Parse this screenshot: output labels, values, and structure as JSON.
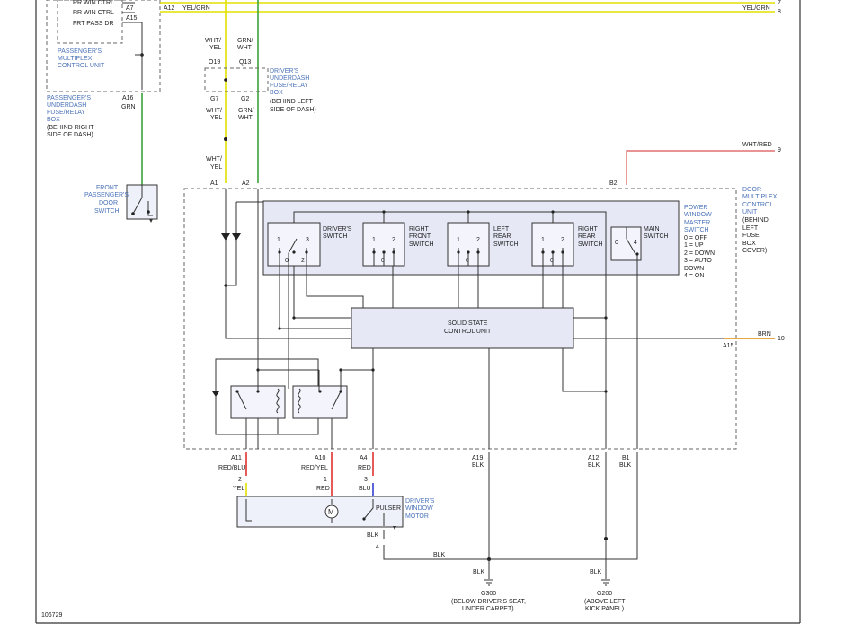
{
  "diagram": {
    "id_code": "106729",
    "top_labels": {
      "rr_win_ctrl_1": "RR WIN CTRL",
      "rr_win_ctrl_2": "RR WIN CTRL",
      "frt_pass_dr": "FRT PASS DR",
      "a7": "A7",
      "a15_top": "A15",
      "a12_top": "A12",
      "yel_grn_left": "YEL/GRN",
      "yel_grn_right": "YEL/GRN",
      "ref_7": "7",
      "ref_8": "8"
    },
    "passenger_mcu": {
      "line1": "PASSENGER'S",
      "line2": "MULTIPLEX",
      "line3": "CONTROL UNIT"
    },
    "passenger_fuse_box": {
      "line1": "PASSENGER'S",
      "line2": "UNDERDASH",
      "line3": "FUSE/RELAY",
      "line4": "BOX",
      "note1": "(BEHIND RIGHT",
      "note2": "SIDE OF DASH)",
      "pin": "A16",
      "wire": "GRN"
    },
    "front_pass_switch": {
      "line1": "FRONT",
      "line2": "PASSENGER'S",
      "line3": "DOOR",
      "line4": "SWITCH"
    },
    "driver_fuse_box": {
      "wire_left_a": "WHT/",
      "wire_left_b": "YEL",
      "wire_right_a": "GRN/",
      "wire_right_b": "WHT",
      "pin_o19": "O19",
      "pin_q13": "Q13",
      "pin_g7": "G7",
      "pin_g2": "G2",
      "line1": "DRIVER'S",
      "line2": "UNDERDASH",
      "line3": "FUSE/RELAY",
      "line4": "BOX",
      "note1": "(BEHIND LEFT",
      "note2": "SIDE OF DASH)",
      "wire_left2_a": "WHT/",
      "wire_left2_b": "YEL",
      "wire_right2_a": "GRN/",
      "wire_right2_b": "WHT",
      "wire_left3_a": "WHT/",
      "wire_left3_b": "YEL"
    },
    "dmcu": {
      "pin_a1": "A1",
      "pin_a2": "A2",
      "pin_b2": "B2",
      "wht_red": "WHT/RED",
      "ref_9": "9",
      "line1": "DOOR",
      "line2": "MULTIPLEX",
      "line3": "CONTROL",
      "line4": "UNIT",
      "note1": "(BEHIND",
      "note2": "LEFT",
      "note3": "FUSE",
      "note4": "BOX",
      "note5": "COVER)",
      "pin_a15": "A15",
      "brn": "BRN",
      "ref_10": "10"
    },
    "master_switch": {
      "line1": "POWER",
      "line2": "WINDOW",
      "line3": "MASTER",
      "line4": "SWITCH",
      "off": "0 = OFF",
      "up": "1 = UP",
      "down": "2 = DOWN",
      "auto1": "3 = AUTO",
      "auto2": "DOWN",
      "on": "4 = ON"
    },
    "switches": {
      "drv1": "DRIVER'S",
      "drv2": "SWITCH",
      "rf1": "RIGHT",
      "rf2": "FRONT",
      "rf3": "SWITCH",
      "lr1": "LEFT",
      "lr2": "REAR",
      "lr3": "SWITCH",
      "rr1": "RIGHT",
      "rr2": "REAR",
      "rr3": "SWITCH",
      "main1": "MAIN",
      "main2": "SWITCH",
      "n1": "1",
      "n2": "2",
      "n3": "3",
      "n0": "0",
      "n4": "4"
    },
    "ssu": {
      "line1": "SOLID STATE",
      "line2": "CONTROL UNIT"
    },
    "bottom_pins": {
      "a11": "A11",
      "a11_wire": "RED/BLU",
      "a10": "A10",
      "a10_wire": "RED/YEL",
      "a4": "A4",
      "a4_wire": "RED",
      "a19": "A19",
      "a19_wire": "BLK",
      "a12": "A12",
      "a12_wire": "BLK",
      "b1": "B1",
      "b1_wire": "BLK"
    },
    "motor": {
      "pin2": "2",
      "pin2_wire": "YEL",
      "pin1": "1",
      "pin1_wire": "RED",
      "pin3": "3",
      "pin3_wire": "BLU",
      "m": "M",
      "pulser": "PULSER",
      "line1": "DRIVER'S",
      "line2": "WINDOW",
      "line3": "MOTOR",
      "pin4": "4",
      "blk_a": "BLK",
      "blk_b": "BLK"
    },
    "grounds": {
      "g300": "G300",
      "g300_n1": "(BELOW DRIVER'S SEAT,",
      "g300_n2": "UNDER CARPET)",
      "g300_wire": "BLK",
      "g200": "G200",
      "g200_n1": "(ABOVE LEFT",
      "g200_n2": "KICK PANEL)",
      "g200_wire": "BLK"
    },
    "colors": {
      "yellow_wire": "#e0e000",
      "green_wire": "#3aa43a",
      "red_wire": "#e03030",
      "blue_wire": "#3040d0",
      "pink_wire": "#e07070",
      "orange_wire": "#e08a00",
      "label_blue": "#4a72b8",
      "box_fill": "#eef0fa"
    }
  }
}
